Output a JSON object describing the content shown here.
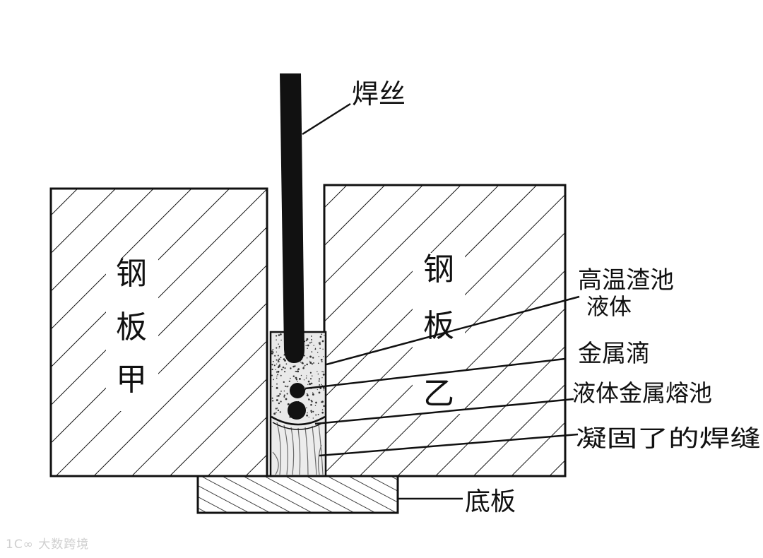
{
  "diagram": {
    "labels": {
      "wire": "焊丝",
      "plate_a_chars": [
        "钢",
        "板",
        "甲"
      ],
      "plate_b_chars": [
        "钢",
        "板",
        "乙"
      ],
      "slag_line1": "高温渣池",
      "slag_line2": "液体",
      "droplet": "金属滴",
      "molten_pool": "液体金属熔池",
      "weld_seam": "凝固了的焊缝",
      "backing_plate": "底板"
    }
  },
  "watermark": {
    "logo": "1C∞",
    "text": "大数跨境"
  }
}
